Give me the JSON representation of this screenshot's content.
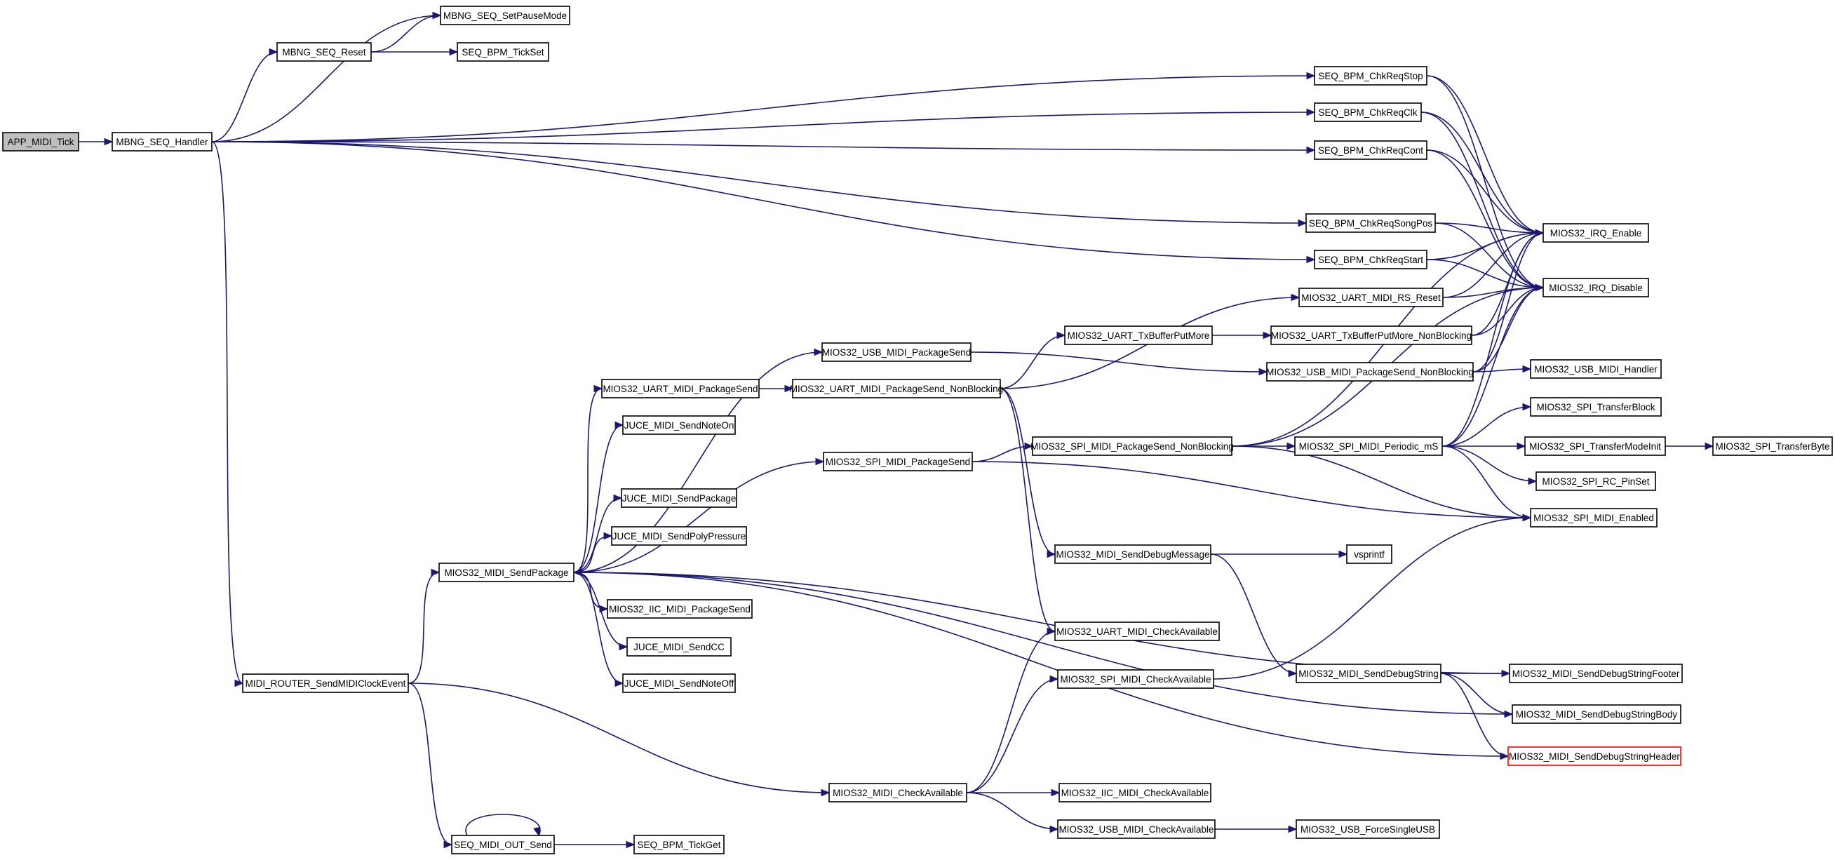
{
  "diagram": {
    "type": "call-graph",
    "colors": {
      "edge": "#191970",
      "node_border": "#000000",
      "root_fill": "#bfbfbf",
      "truncated_border": "#ff0000"
    },
    "nodes": [
      {
        "id": "app_midi_tick",
        "label": "APP_MIDI_Tick",
        "root": true
      },
      {
        "id": "mbng_seq_handler",
        "label": "MBNG_SEQ_Handler"
      },
      {
        "id": "mbng_seq_setpausemode",
        "label": "MBNG_SEQ_SetPauseMode"
      },
      {
        "id": "mbng_seq_reset",
        "label": "MBNG_SEQ_Reset"
      },
      {
        "id": "seq_bpm_tickset",
        "label": "SEQ_BPM_TickSet"
      },
      {
        "id": "seq_bpm_chkreqstop",
        "label": "SEQ_BPM_ChkReqStop"
      },
      {
        "id": "seq_bpm_chkreqclk",
        "label": "SEQ_BPM_ChkReqClk"
      },
      {
        "id": "seq_bpm_chkreqcont",
        "label": "SEQ_BPM_ChkReqCont"
      },
      {
        "id": "seq_bpm_chkreqsongpos",
        "label": "SEQ_BPM_ChkReqSongPos"
      },
      {
        "id": "seq_bpm_chkreqstart",
        "label": "SEQ_BPM_ChkReqStart"
      },
      {
        "id": "mios32_irq_enable",
        "label": "MIOS32_IRQ_Enable"
      },
      {
        "id": "mios32_irq_disable",
        "label": "MIOS32_IRQ_Disable"
      },
      {
        "id": "mios32_uart_midi_rs_reset",
        "label": "MIOS32_UART_MIDI_RS_Reset"
      },
      {
        "id": "mios32_uart_txbufferputmore",
        "label": "MIOS32_UART_TxBufferPutMore"
      },
      {
        "id": "mios32_uart_txbufferputmore_nonblocking",
        "label": "MIOS32_UART_TxBufferPutMore_NonBlocking"
      },
      {
        "id": "mios32_usb_midi_packagesend",
        "label": "MIOS32_USB_MIDI_PackageSend"
      },
      {
        "id": "mios32_usb_midi_packagesend_nonblocking",
        "label": "MIOS32_USB_MIDI_PackageSend_NonBlocking"
      },
      {
        "id": "mios32_usb_midi_handler",
        "label": "MIOS32_USB_MIDI_Handler"
      },
      {
        "id": "mios32_uart_midi_packagesend",
        "label": "MIOS32_UART_MIDI_PackageSend"
      },
      {
        "id": "mios32_uart_midi_packagesend_nonblocking",
        "label": "MIOS32_UART_MIDI_PackageSend_NonBlocking"
      },
      {
        "id": "juce_midi_sendnoteon",
        "label": "JUCE_MIDI_SendNoteOn"
      },
      {
        "id": "mios32_spi_transferblock",
        "label": "MIOS32_SPI_TransferBlock"
      },
      {
        "id": "mios32_spi_midi_packagesend",
        "label": "MIOS32_SPI_MIDI_PackageSend"
      },
      {
        "id": "mios32_spi_midi_packagesend_nonblocking",
        "label": "MIOS32_SPI_MIDI_PackageSend_NonBlocking"
      },
      {
        "id": "mios32_spi_midi_periodic_ms",
        "label": "MIOS32_SPI_MIDI_Periodic_mS"
      },
      {
        "id": "mios32_spi_transfermodeinit",
        "label": "MIOS32_SPI_TransferModeInit"
      },
      {
        "id": "mios32_spi_transferbyte",
        "label": "MIOS32_SPI_TransferByte"
      },
      {
        "id": "mios32_spi_rc_pinset",
        "label": "MIOS32_SPI_RC_PinSet"
      },
      {
        "id": "juce_midi_sendpackage",
        "label": "JUCE_MIDI_SendPackage"
      },
      {
        "id": "mios32_spi_midi_enabled",
        "label": "MIOS32_SPI_MIDI_Enabled"
      },
      {
        "id": "juce_midi_sendpolypressure",
        "label": "JUCE_MIDI_SendPolyPressure"
      },
      {
        "id": "mios32_midi_senddebugmessage",
        "label": "MIOS32_MIDI_SendDebugMessage"
      },
      {
        "id": "vsprintf",
        "label": "vsprintf"
      },
      {
        "id": "mios32_midi_sendpackage",
        "label": "MIOS32_MIDI_SendPackage"
      },
      {
        "id": "mios32_iic_midi_packagesend",
        "label": "MIOS32_IIC_MIDI_PackageSend"
      },
      {
        "id": "mios32_uart_midi_checkavailable",
        "label": "MIOS32_UART_MIDI_CheckAvailable"
      },
      {
        "id": "juce_midi_sendcc",
        "label": "JUCE_MIDI_SendCC"
      },
      {
        "id": "midi_router_sendmidiclockevent",
        "label": "MIDI_ROUTER_SendMIDIClockEvent"
      },
      {
        "id": "juce_midi_sendnoteoff",
        "label": "JUCE_MIDI_SendNoteOff"
      },
      {
        "id": "mios32_spi_midi_checkavailable",
        "label": "MIOS32_SPI_MIDI_CheckAvailable"
      },
      {
        "id": "mios32_midi_senddebugstring",
        "label": "MIOS32_MIDI_SendDebugString"
      },
      {
        "id": "mios32_midi_senddebugstringfooter",
        "label": "MIOS32_MIDI_SendDebugStringFooter"
      },
      {
        "id": "mios32_midi_senddebugstringbody",
        "label": "MIOS32_MIDI_SendDebugStringBody"
      },
      {
        "id": "mios32_midi_senddebugstringheader",
        "label": "MIOS32_MIDI_SendDebugStringHeader",
        "truncated": true
      },
      {
        "id": "mios32_midi_checkavailable",
        "label": "MIOS32_MIDI_CheckAvailable"
      },
      {
        "id": "mios32_iic_midi_checkavailable",
        "label": "MIOS32_IIC_MIDI_CheckAvailable"
      },
      {
        "id": "mios32_usb_midi_checkavailable",
        "label": "MIOS32_USB_MIDI_CheckAvailable"
      },
      {
        "id": "mios32_usb_forcesingleusb",
        "label": "MIOS32_USB_ForceSingleUSB"
      },
      {
        "id": "seq_midi_out_send",
        "label": "SEQ_MIDI_OUT_Send"
      },
      {
        "id": "seq_bpm_tickget",
        "label": "SEQ_BPM_TickGet"
      }
    ],
    "edges": [
      {
        "from": "app_midi_tick",
        "to": "mbng_seq_handler"
      },
      {
        "from": "mbng_seq_handler",
        "to": "mbng_seq_setpausemode"
      },
      {
        "from": "mbng_seq_handler",
        "to": "mbng_seq_reset"
      },
      {
        "from": "mbng_seq_reset",
        "to": "mbng_seq_setpausemode"
      },
      {
        "from": "mbng_seq_reset",
        "to": "seq_bpm_tickset"
      },
      {
        "from": "mbng_seq_handler",
        "to": "seq_bpm_chkreqstop"
      },
      {
        "from": "mbng_seq_handler",
        "to": "seq_bpm_chkreqclk"
      },
      {
        "from": "mbng_seq_handler",
        "to": "seq_bpm_chkreqcont"
      },
      {
        "from": "mbng_seq_handler",
        "to": "seq_bpm_chkreqsongpos"
      },
      {
        "from": "mbng_seq_handler",
        "to": "seq_bpm_chkreqstart"
      },
      {
        "from": "mbng_seq_handler",
        "to": "midi_router_sendmidiclockevent"
      },
      {
        "from": "seq_bpm_chkreqstop",
        "to": "mios32_irq_enable"
      },
      {
        "from": "seq_bpm_chkreqstop",
        "to": "mios32_irq_disable"
      },
      {
        "from": "seq_bpm_chkreqclk",
        "to": "mios32_irq_enable"
      },
      {
        "from": "seq_bpm_chkreqclk",
        "to": "mios32_irq_disable"
      },
      {
        "from": "seq_bpm_chkreqcont",
        "to": "mios32_irq_enable"
      },
      {
        "from": "seq_bpm_chkreqcont",
        "to": "mios32_irq_disable"
      },
      {
        "from": "seq_bpm_chkreqsongpos",
        "to": "mios32_irq_enable"
      },
      {
        "from": "seq_bpm_chkreqsongpos",
        "to": "mios32_irq_disable"
      },
      {
        "from": "seq_bpm_chkreqstart",
        "to": "mios32_irq_enable"
      },
      {
        "from": "seq_bpm_chkreqstart",
        "to": "mios32_irq_disable"
      },
      {
        "from": "mios32_uart_midi_rs_reset",
        "to": "mios32_irq_enable"
      },
      {
        "from": "mios32_uart_midi_rs_reset",
        "to": "mios32_irq_disable"
      },
      {
        "from": "mios32_uart_txbufferputmore_nonblocking",
        "to": "mios32_irq_enable"
      },
      {
        "from": "mios32_uart_txbufferputmore_nonblocking",
        "to": "mios32_irq_disable"
      },
      {
        "from": "mios32_usb_midi_packagesend_nonblocking",
        "to": "mios32_irq_enable"
      },
      {
        "from": "mios32_usb_midi_packagesend_nonblocking",
        "to": "mios32_irq_disable"
      },
      {
        "from": "mios32_usb_midi_packagesend_nonblocking",
        "to": "mios32_usb_midi_handler"
      },
      {
        "from": "mios32_spi_midi_periodic_ms",
        "to": "mios32_irq_enable"
      },
      {
        "from": "mios32_spi_midi_periodic_ms",
        "to": "mios32_irq_disable"
      },
      {
        "from": "mios32_spi_midi_periodic_ms",
        "to": "mios32_spi_transferblock"
      },
      {
        "from": "mios32_spi_midi_periodic_ms",
        "to": "mios32_spi_transfermodeinit"
      },
      {
        "from": "mios32_spi_midi_periodic_ms",
        "to": "mios32_spi_rc_pinset"
      },
      {
        "from": "mios32_spi_midi_periodic_ms",
        "to": "mios32_spi_midi_enabled"
      },
      {
        "from": "mios32_spi_transfermodeinit",
        "to": "mios32_spi_transferbyte"
      },
      {
        "from": "mios32_spi_midi_packagesend_nonblocking",
        "to": "mios32_irq_enable"
      },
      {
        "from": "mios32_spi_midi_packagesend_nonblocking",
        "to": "mios32_irq_disable"
      },
      {
        "from": "mios32_spi_midi_packagesend_nonblocking",
        "to": "mios32_spi_midi_periodic_ms"
      },
      {
        "from": "mios32_spi_midi_packagesend_nonblocking",
        "to": "mios32_spi_midi_enabled"
      },
      {
        "from": "mios32_spi_midi_packagesend",
        "to": "mios32_spi_midi_packagesend_nonblocking"
      },
      {
        "from": "mios32_spi_midi_packagesend",
        "to": "mios32_spi_midi_enabled"
      },
      {
        "from": "mios32_uart_txbufferputmore",
        "to": "mios32_uart_txbufferputmore_nonblocking"
      },
      {
        "from": "mios32_uart_midi_packagesend_nonblocking",
        "to": "mios32_uart_midi_rs_reset"
      },
      {
        "from": "mios32_uart_midi_packagesend_nonblocking",
        "to": "mios32_uart_txbufferputmore"
      },
      {
        "from": "mios32_uart_midi_packagesend_nonblocking",
        "to": "mios32_midi_senddebugmessage"
      },
      {
        "from": "mios32_uart_midi_packagesend_nonblocking",
        "to": "mios32_uart_midi_checkavailable"
      },
      {
        "from": "mios32_uart_midi_packagesend",
        "to": "mios32_uart_midi_packagesend_nonblocking"
      },
      {
        "from": "mios32_usb_midi_packagesend",
        "to": "mios32_usb_midi_packagesend_nonblocking"
      },
      {
        "from": "mios32_midi_sendpackage",
        "to": "mios32_usb_midi_packagesend"
      },
      {
        "from": "mios32_midi_sendpackage",
        "to": "mios32_uart_midi_packagesend"
      },
      {
        "from": "mios32_midi_sendpackage",
        "to": "juce_midi_sendnoteon"
      },
      {
        "from": "mios32_midi_sendpackage",
        "to": "mios32_spi_midi_packagesend"
      },
      {
        "from": "mios32_midi_sendpackage",
        "to": "juce_midi_sendpackage"
      },
      {
        "from": "mios32_midi_sendpackage",
        "to": "juce_midi_sendpolypressure"
      },
      {
        "from": "mios32_midi_sendpackage",
        "to": "mios32_iic_midi_packagesend"
      },
      {
        "from": "mios32_midi_sendpackage",
        "to": "juce_midi_sendcc"
      },
      {
        "from": "mios32_midi_sendpackage",
        "to": "juce_midi_sendnoteoff"
      },
      {
        "from": "mios32_midi_senddebugmessage",
        "to": "vsprintf"
      },
      {
        "from": "mios32_midi_senddebugmessage",
        "to": "mios32_midi_senddebugstring"
      },
      {
        "from": "mios32_midi_senddebugstring",
        "to": "mios32_midi_senddebugstringfooter"
      },
      {
        "from": "mios32_midi_senddebugstring",
        "to": "mios32_midi_senddebugstringbody"
      },
      {
        "from": "mios32_midi_senddebugstring",
        "to": "mios32_midi_senddebugstringheader"
      },
      {
        "from": "mios32_midi_senddebugstringfooter",
        "to": "mios32_midi_sendpackage"
      },
      {
        "from": "mios32_midi_senddebugstringbody",
        "to": "mios32_midi_sendpackage"
      },
      {
        "from": "mios32_midi_senddebugstringheader",
        "to": "mios32_midi_sendpackage"
      },
      {
        "from": "mios32_spi_midi_checkavailable",
        "to": "mios32_spi_midi_enabled"
      },
      {
        "from": "midi_router_sendmidiclockevent",
        "to": "mios32_midi_sendpackage"
      },
      {
        "from": "midi_router_sendmidiclockevent",
        "to": "mios32_midi_checkavailable"
      },
      {
        "from": "midi_router_sendmidiclockevent",
        "to": "seq_midi_out_send"
      },
      {
        "from": "mios32_midi_checkavailable",
        "to": "mios32_uart_midi_checkavailable"
      },
      {
        "from": "mios32_midi_checkavailable",
        "to": "mios32_spi_midi_checkavailable"
      },
      {
        "from": "mios32_midi_checkavailable",
        "to": "mios32_iic_midi_checkavailable"
      },
      {
        "from": "mios32_midi_checkavailable",
        "to": "mios32_usb_midi_checkavailable"
      },
      {
        "from": "mios32_usb_midi_checkavailable",
        "to": "mios32_usb_forcesingleusb"
      },
      {
        "from": "seq_midi_out_send",
        "to": "seq_midi_out_send"
      },
      {
        "from": "seq_midi_out_send",
        "to": "seq_bpm_tickget"
      }
    ]
  }
}
